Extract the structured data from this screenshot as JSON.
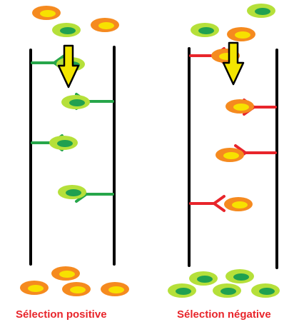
{
  "captions": {
    "positive": "Sélection positive",
    "negative": "Sélection négative"
  },
  "colors": {
    "caption": "#e8252b",
    "column_line": "#000000",
    "cell_green_outer": "#b5e03a",
    "cell_green_inner": "#20a050",
    "cell_orange_outer": "#f58a1f",
    "cell_orange_inner": "#f7e100",
    "receptor_green": "#27a64a",
    "receptor_red": "#e8252b",
    "flow_arrow_fill": "#f3e500",
    "flow_arrow_stroke": "#000000"
  },
  "icons": {
    "cell": "cell-ellipse",
    "receptor": "antibody-y-shape",
    "flow": "down-arrow"
  }
}
